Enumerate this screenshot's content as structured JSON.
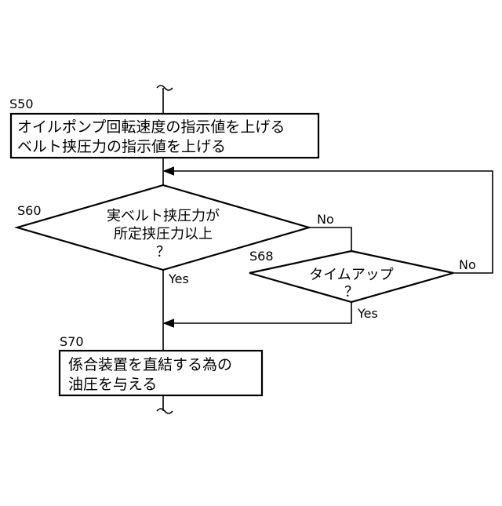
{
  "steps": {
    "s50": {
      "id": "S50",
      "lines": [
        "オイルポンプ回転速度の指示値を上げる",
        "ベルト挟圧力の指示値を上げる"
      ]
    },
    "s60": {
      "id": "S60",
      "lines": [
        "実ベルト挟圧力が",
        "所定挟圧力以上",
        "？"
      ],
      "yes": "Yes",
      "no": "No"
    },
    "s68": {
      "id": "S68",
      "lines": [
        "タイムアップ",
        "？"
      ],
      "yes": "Yes",
      "no": "No"
    },
    "s70": {
      "id": "S70",
      "lines": [
        "係合装置を直結する為の",
        "油圧を与える"
      ]
    }
  }
}
